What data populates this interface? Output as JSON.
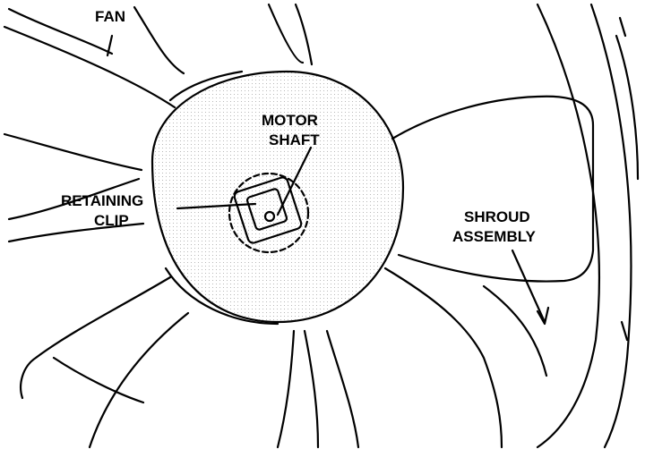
{
  "labels": {
    "fan": "FAN",
    "motor_shaft_line1": "MOTOR",
    "motor_shaft_line2": "SHAFT",
    "retaining_clip_line1": "RETAINING",
    "retaining_clip_line2": "CLIP",
    "shroud_line1": "SHROUD",
    "shroud_line2": "ASSEMBLY"
  },
  "colors": {
    "ink": "#000000",
    "paper": "#ffffff",
    "stipple": "#b8b8b8"
  }
}
